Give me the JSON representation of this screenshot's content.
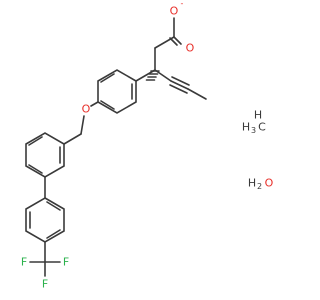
{
  "molecule": {
    "atom_labels": {
      "o_carbonyl": "O",
      "o_carboxylate": "O",
      "carboxylate_charge": "-",
      "o_ether": "O",
      "f_left": "F",
      "f_bottom": "F",
      "f_right": "F"
    },
    "methane": {
      "h_left": "H",
      "c": "C",
      "h_sub": "3",
      "h_top": "H"
    },
    "water": {
      "h": "H",
      "o": "O",
      "h_sub": "2"
    },
    "colors": {
      "bond": "#3a3a3a",
      "oxygen": "#e8302a",
      "fluorine": "#2bb24c",
      "carbon_hydrogen": "#3a3a3a"
    }
  }
}
